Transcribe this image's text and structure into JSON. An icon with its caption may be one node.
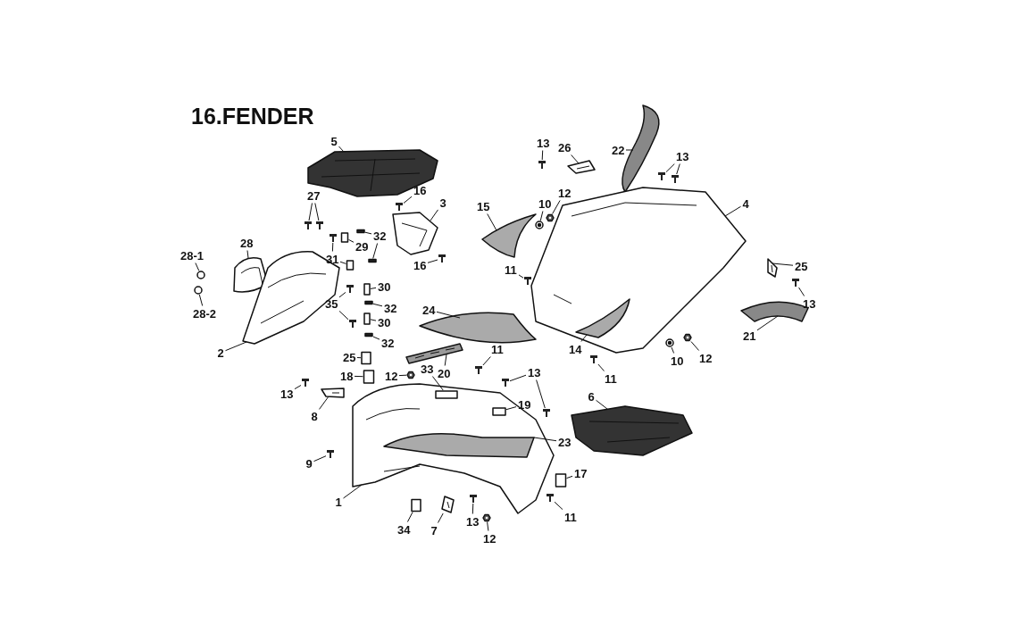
{
  "diagram": {
    "title": "16.FENDER",
    "nodes": [
      {
        "text": [
          "5"
        ]
      },
      {
        "text": [
          "16"
        ]
      },
      {
        "text": [
          "3"
        ]
      },
      {
        "text": [
          "27"
        ]
      },
      {
        "text": [
          "28"
        ]
      },
      {
        "text": [
          "32"
        ]
      },
      {
        "text": [
          "29"
        ]
      },
      {
        "text": [
          "31"
        ]
      },
      {
        "text": [
          "28-1"
        ]
      },
      {
        "text": [
          "28-2"
        ]
      },
      {
        "text": [
          "16"
        ]
      },
      {
        "text": [
          "30"
        ]
      },
      {
        "text": [
          "32"
        ]
      },
      {
        "text": [
          "35"
        ]
      },
      {
        "text": [
          "30"
        ]
      },
      {
        "text": [
          "32"
        ]
      },
      {
        "text": [
          "2"
        ]
      },
      {
        "text": [
          "13"
        ]
      },
      {
        "text": [
          "26"
        ]
      },
      {
        "text": [
          "22"
        ]
      },
      {
        "text": [
          "13"
        ]
      },
      {
        "text": [
          "15"
        ]
      },
      {
        "text": [
          "12"
        ]
      },
      {
        "text": [
          "10"
        ]
      },
      {
        "text": [
          "4"
        ]
      },
      {
        "text": [
          "11"
        ]
      },
      {
        "text": [
          "25"
        ]
      },
      {
        "text": [
          "13"
        ]
      },
      {
        "text": [
          "24"
        ]
      },
      {
        "text": [
          "14"
        ]
      },
      {
        "text": [
          "21"
        ]
      },
      {
        "text": [
          "10"
        ]
      },
      {
        "text": [
          "12"
        ]
      },
      {
        "text": [
          "11"
        ]
      },
      {
        "text": [
          "25"
        ]
      },
      {
        "text": [
          "18"
        ]
      },
      {
        "text": [
          "11"
        ]
      },
      {
        "text": [
          "12"
        ]
      },
      {
        "text": [
          "33"
        ]
      },
      {
        "text": [
          "20"
        ]
      },
      {
        "text": [
          "13"
        ]
      },
      {
        "text": [
          "19"
        ]
      },
      {
        "text": [
          "13"
        ]
      },
      {
        "text": [
          "8"
        ]
      },
      {
        "text": [
          "6"
        ]
      },
      {
        "text": [
          "9"
        ]
      },
      {
        "text": [
          "23"
        ]
      },
      {
        "text": [
          "17"
        ]
      },
      {
        "text": [
          "1"
        ]
      },
      {
        "text": [
          "34"
        ]
      },
      {
        "text": [
          "7"
        ]
      },
      {
        "text": [
          "13"
        ]
      },
      {
        "text": [
          "11"
        ]
      },
      {
        "text": [
          "12"
        ]
      },
      {
        "text": [],
        "shape": "picture"
      },
      {
        "text": [],
        "shape": "picture"
      },
      {
        "text": [],
        "shape": "picture"
      },
      {
        "text": [],
        "shape": "picture"
      },
      {
        "text": [],
        "shape": "picture"
      },
      {
        "text": [],
        "shape": "picture"
      },
      {
        "text": [],
        "shape": "bar"
      },
      {
        "text": [],
        "shape": "bar"
      },
      {
        "text": [],
        "shape": "box"
      },
      {
        "text": [],
        "shape": "picture"
      },
      {
        "text": [],
        "shape": "box"
      },
      {
        "text": [],
        "shape": "circle"
      },
      {
        "text": [],
        "shape": "circle"
      },
      {
        "text": [],
        "shape": "picture"
      },
      {
        "text": [],
        "shape": "box"
      },
      {
        "text": [],
        "shape": "bar"
      },
      {
        "text": [],
        "shape": "picture"
      },
      {
        "text": [],
        "shape": "picture"
      },
      {
        "text": [],
        "shape": "box"
      },
      {
        "text": [],
        "shape": "bar"
      },
      {
        "text": [],
        "shape": "picture"
      },
      {
        "text": [],
        "shape": "picture"
      },
      {
        "text": [],
        "shape": "picture"
      },
      {
        "text": [],
        "shape": "picture"
      },
      {
        "text": [],
        "shape": "picture"
      },
      {
        "text": [],
        "shape": "picture"
      },
      {
        "text": [],
        "shape": "picture"
      },
      {
        "text": [],
        "shape": "picture"
      },
      {
        "text": [],
        "shape": "picture"
      },
      {
        "text": [],
        "shape": "picture"
      },
      {
        "text": [],
        "shape": "picture"
      },
      {
        "text": [],
        "shape": "picture"
      },
      {
        "text": [],
        "shape": "picture"
      },
      {
        "text": [],
        "shape": "picture"
      },
      {
        "text": [],
        "shape": "picture",
        "in": 83
      },
      {
        "text": [],
        "shape": "picture"
      },
      {
        "text": [],
        "shape": "picture"
      },
      {
        "text": [],
        "shape": "picture"
      },
      {
        "text": [],
        "shape": "picture"
      },
      {
        "text": [],
        "shape": "box"
      },
      {
        "text": [],
        "shape": "box"
      },
      {
        "text": [],
        "shape": "picture"
      },
      {
        "text": [],
        "shape": "picture"
      },
      {
        "text": [],
        "shape": "picture"
      },
      {
        "text": [],
        "shape": "picture"
      },
      {
        "text": [],
        "shape": "picture"
      },
      {
        "text": [],
        "shape": "picture"
      },
      {
        "text": [],
        "shape": "picture",
        "in": 97
      },
      {
        "text": [],
        "shape": "picture"
      },
      {
        "text": [],
        "shape": "picture"
      },
      {
        "text": [],
        "shape": "picture"
      },
      {
        "text": [],
        "shape": "picture"
      },
      {
        "text": [],
        "shape": "box",
        "in": 97
      },
      {
        "text": [],
        "shape": "box"
      },
      {
        "text": [],
        "shape": "box",
        "in": 97
      },
      {
        "text": [],
        "shape": "box"
      },
      {
        "text": [],
        "shape": "picture"
      },
      {
        "text": [],
        "shape": "picture"
      },
      {
        "text": [],
        "shape": "picture"
      },
      {
        "text": [],
        "shape": "picture"
      }
    ],
    "edges": [
      {
        "from": 0,
        "to": 54,
        "arrow": "none"
      },
      {
        "from": 1,
        "to": 55,
        "arrow": "none"
      },
      {
        "from": 2,
        "to": 56,
        "arrow": "none"
      },
      {
        "from": 3,
        "to": 57,
        "arrow": "none"
      },
      {
        "from": 3,
        "to": 58,
        "arrow": "none"
      },
      {
        "from": 4,
        "to": 59,
        "arrow": "none"
      },
      {
        "from": 5,
        "to": 60,
        "arrow": "none"
      },
      {
        "from": 5,
        "to": 61,
        "arrow": "none"
      },
      {
        "from": 6,
        "to": 62,
        "arrow": "none"
      },
      {
        "from": 7,
        "to": 63,
        "arrow": "none"
      },
      {
        "from": 7,
        "to": 64,
        "arrow": "none"
      },
      {
        "from": 8,
        "to": 65,
        "arrow": "none"
      },
      {
        "from": 9,
        "to": 66,
        "arrow": "none"
      },
      {
        "from": 10,
        "to": 67,
        "arrow": "none"
      },
      {
        "from": 11,
        "to": 68,
        "arrow": "none"
      },
      {
        "from": 12,
        "to": 69,
        "arrow": "none"
      },
      {
        "from": 13,
        "to": 70,
        "arrow": "none"
      },
      {
        "from": 13,
        "to": 71,
        "arrow": "none"
      },
      {
        "from": 14,
        "to": 72,
        "arrow": "none"
      },
      {
        "from": 15,
        "to": 73,
        "arrow": "none"
      },
      {
        "from": 16,
        "to": 74,
        "arrow": "none"
      },
      {
        "from": 17,
        "to": 75,
        "arrow": "none"
      },
      {
        "from": 18,
        "to": 76,
        "arrow": "none"
      },
      {
        "from": 19,
        "to": 77,
        "arrow": "none"
      },
      {
        "from": 20,
        "to": 78,
        "arrow": "none"
      },
      {
        "from": 20,
        "to": 79,
        "arrow": "none"
      },
      {
        "from": 21,
        "to": 80,
        "arrow": "none"
      },
      {
        "from": 22,
        "to": 81,
        "arrow": "none"
      },
      {
        "from": 23,
        "to": 82,
        "arrow": "none"
      },
      {
        "from": 24,
        "to": 83,
        "arrow": "none"
      },
      {
        "from": 25,
        "to": 84,
        "arrow": "none"
      },
      {
        "from": 26,
        "to": 85,
        "arrow": "none"
      },
      {
        "from": 27,
        "to": 86,
        "arrow": "none"
      },
      {
        "from": 28,
        "to": 87,
        "arrow": "none"
      },
      {
        "from": 29,
        "to": 88,
        "arrow": "none"
      },
      {
        "from": 30,
        "to": 89,
        "arrow": "none"
      },
      {
        "from": 31,
        "to": 90,
        "arrow": "none"
      },
      {
        "from": 32,
        "to": 91,
        "arrow": "none"
      },
      {
        "from": 33,
        "to": 92,
        "arrow": "none"
      },
      {
        "from": 34,
        "to": 93,
        "arrow": "none"
      },
      {
        "from": 35,
        "to": 94,
        "arrow": "none"
      },
      {
        "from": 36,
        "to": 95,
        "arrow": "none"
      },
      {
        "from": 37,
        "to": 96,
        "arrow": "none"
      },
      {
        "from": 38,
        "to": 106,
        "arrow": "none"
      },
      {
        "from": 39,
        "to": 98,
        "arrow": "none"
      },
      {
        "from": 40,
        "to": 99,
        "arrow": "none"
      },
      {
        "from": 40,
        "to": 100,
        "arrow": "none"
      },
      {
        "from": 41,
        "to": 108,
        "arrow": "none"
      },
      {
        "from": 42,
        "to": 102,
        "arrow": "none"
      },
      {
        "from": 43,
        "to": 103,
        "arrow": "none"
      },
      {
        "from": 44,
        "to": 104,
        "arrow": "none"
      },
      {
        "from": 45,
        "to": 105,
        "arrow": "none"
      },
      {
        "from": 46,
        "to": 101,
        "arrow": "none"
      },
      {
        "from": 47,
        "to": 107,
        "arrow": "none"
      },
      {
        "from": 48,
        "to": 97,
        "arrow": "none"
      },
      {
        "from": 49,
        "to": 109,
        "arrow": "none"
      },
      {
        "from": 50,
        "to": 110,
        "arrow": "none"
      },
      {
        "from": 51,
        "to": 111,
        "arrow": "none"
      },
      {
        "from": 52,
        "to": 112,
        "arrow": "none"
      },
      {
        "from": 53,
        "to": 113,
        "arrow": "none"
      }
    ]
  }
}
